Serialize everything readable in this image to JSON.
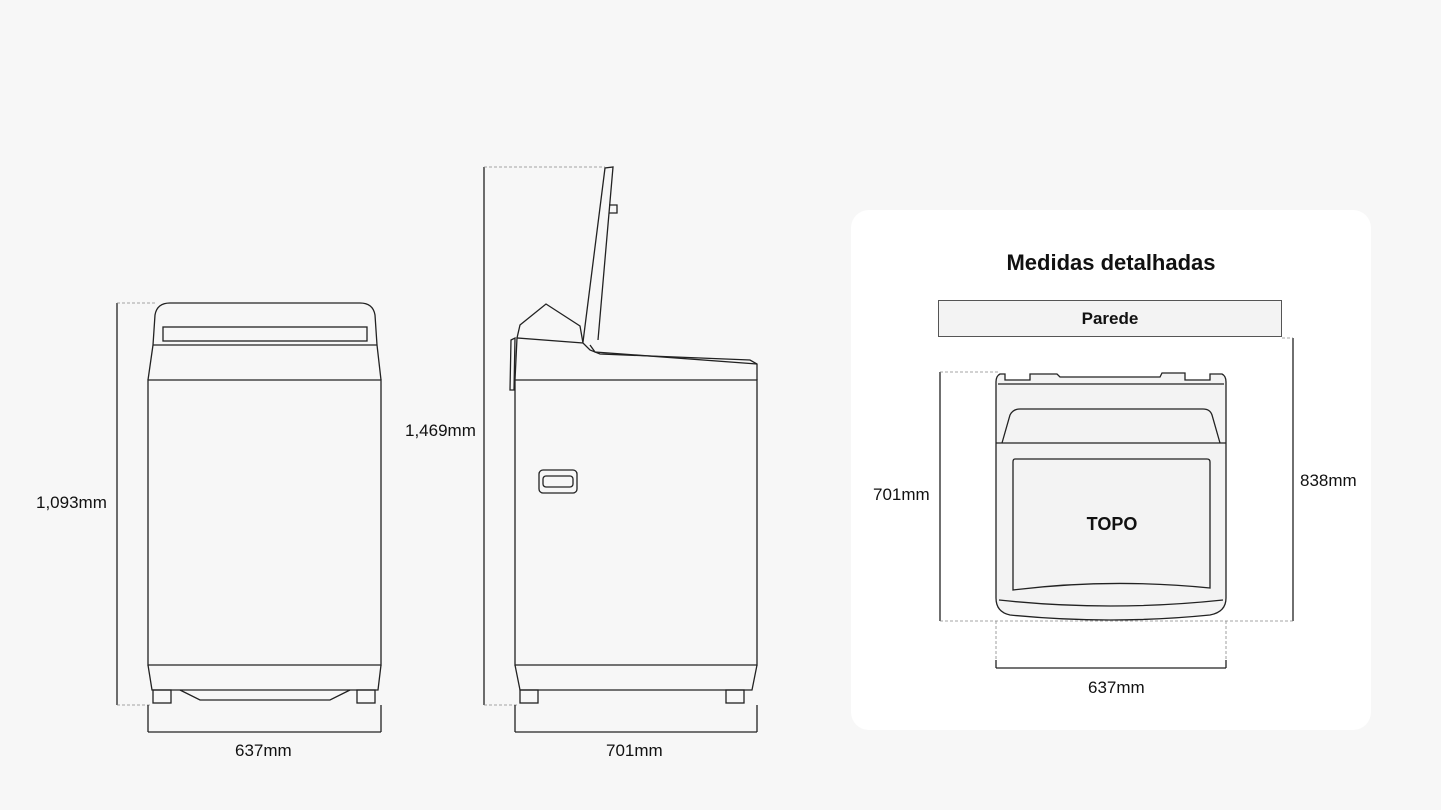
{
  "front_view": {
    "height_label": "1,093mm",
    "width_label": "637mm"
  },
  "side_view": {
    "height_label": "1,469mm",
    "depth_label": "701mm"
  },
  "detail_panel": {
    "title": "Medidas detalhadas",
    "wall_label": "Parede",
    "top_label": "TOPO",
    "depth_label": "701mm",
    "depth_with_clearance_label": "838mm",
    "width_label": "637mm"
  }
}
